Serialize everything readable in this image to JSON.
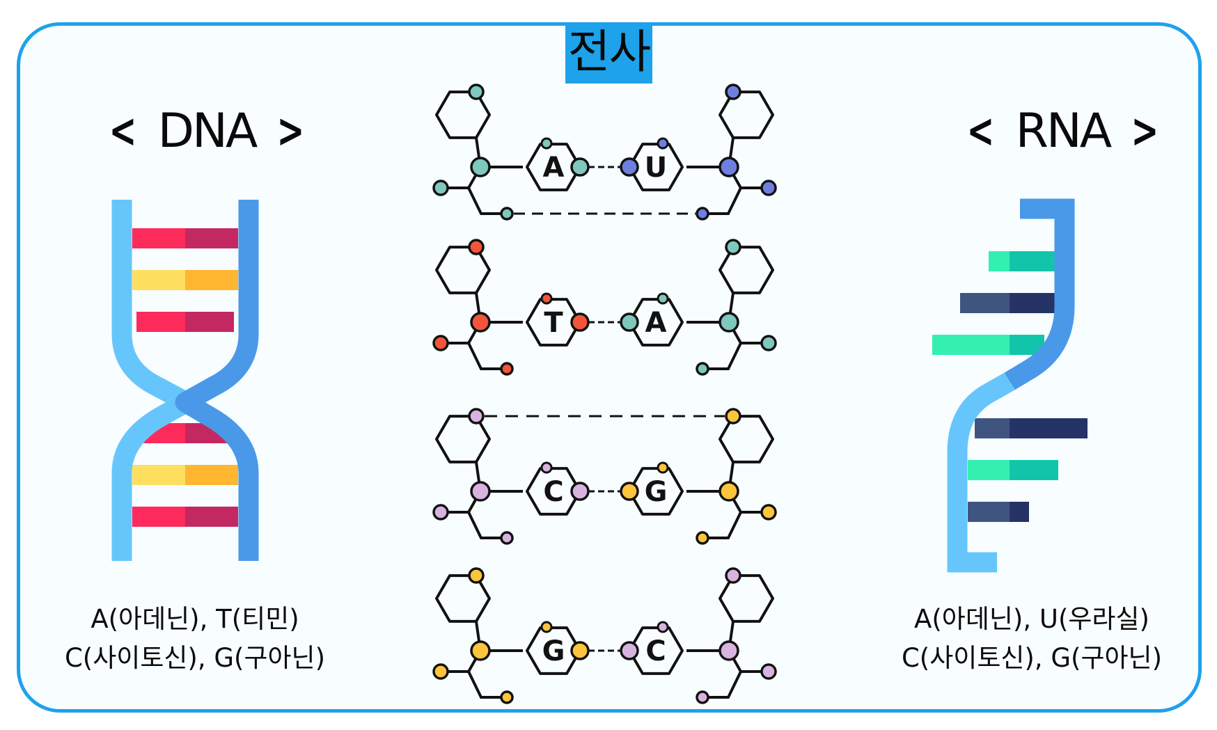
{
  "title": "전사",
  "dna": {
    "heading_open": "<",
    "heading_label": "DNA",
    "heading_close": ">",
    "legend_line1": "A(아데닌), T(티민)",
    "legend_line2": "C(사이토신), G(구아닌)"
  },
  "rna": {
    "heading_open": "<",
    "heading_label": "RNA",
    "heading_close": ">",
    "legend_line1": "A(아데닌), U(우라실)",
    "legend_line2": "C(사이토신), G(구아닌)"
  },
  "base_pairs": [
    {
      "left": "A",
      "right": "U",
      "left_color": "#7ec8bd",
      "right_color": "#6f7fe0",
      "backbone_link": "bottom"
    },
    {
      "left": "T",
      "right": "A",
      "left_color": "#f4553a",
      "right_color": "#7ec8bd",
      "backbone_link": "none"
    },
    {
      "left": "C",
      "right": "G",
      "left_color": "#d9b3e0",
      "right_color": "#fcc53b",
      "backbone_link": "top"
    },
    {
      "left": "G",
      "right": "C",
      "left_color": "#fcc53b",
      "right_color": "#d9b3e0",
      "backbone_link": "none"
    }
  ],
  "colors": {
    "frame": "#1ea2ea",
    "strand_light": "#66c6fb",
    "strand_dark": "#4a99e8",
    "dna_rung_red_light": "#fd2a5c",
    "dna_rung_red_dark": "#c42860",
    "dna_rung_yellow_light": "#ffdf60",
    "dna_rung_yellow_dark": "#ffb630",
    "rna_rung_green_light": "#33f0b0",
    "rna_rung_green_dark": "#12c5aa",
    "rna_rung_navy_light": "#3f5580",
    "rna_rung_navy_dark": "#263366"
  }
}
